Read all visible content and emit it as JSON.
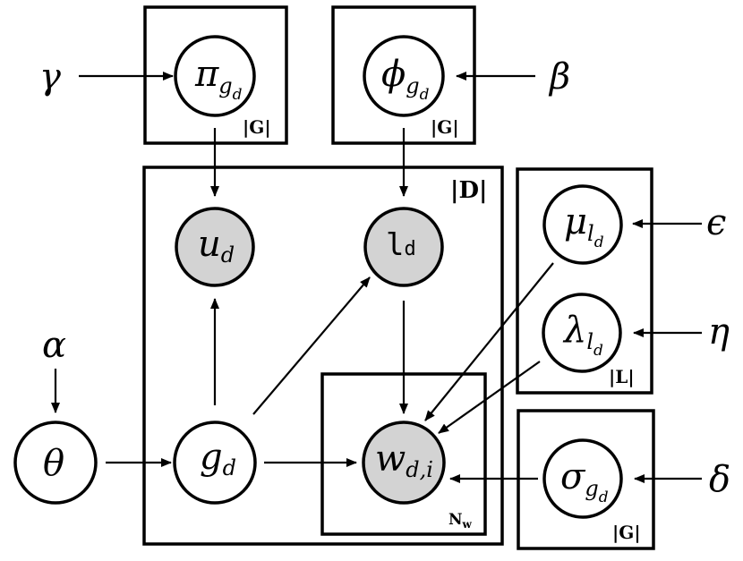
{
  "diagram": {
    "nodes": {
      "pi": {
        "symbol": "π",
        "sub": "g",
        "subsub": "d"
      },
      "phi": {
        "symbol": "ϕ",
        "sub": "g",
        "subsub": "d"
      },
      "u": {
        "symbol": "u",
        "sub": "d"
      },
      "l": {
        "symbol": "l",
        "sub": "d"
      },
      "mu": {
        "symbol": "μ",
        "sub": "l",
        "subsub": "d"
      },
      "lambda": {
        "symbol": "λ",
        "sub": "l",
        "subsub": "d"
      },
      "theta": {
        "symbol": "θ"
      },
      "g": {
        "symbol": "g",
        "sub": "d"
      },
      "w": {
        "symbol": "w",
        "sub": "d,i"
      },
      "sigma": {
        "symbol": "σ",
        "sub": "g",
        "subsub": "d"
      }
    },
    "hyperparameters": {
      "gamma": "γ",
      "beta": "β",
      "epsilon": "ϵ",
      "eta": "η",
      "alpha": "α",
      "delta": "δ"
    },
    "plates": {
      "g_pi": "|G|",
      "g_phi": "|G|",
      "d": "|D|",
      "l": "|L|",
      "g_sigma": "|G|",
      "nw": {
        "main": "N",
        "sub": "w"
      }
    }
  }
}
